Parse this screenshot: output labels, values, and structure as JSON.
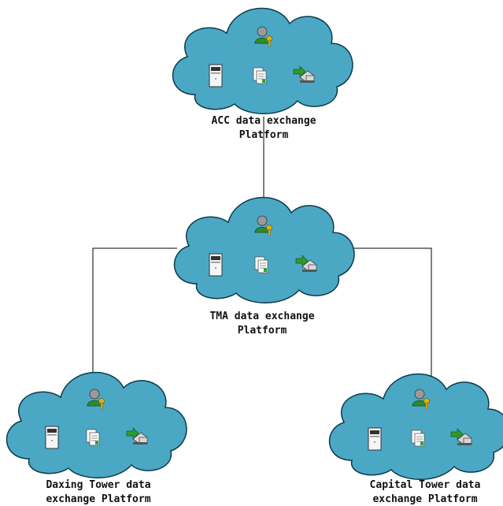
{
  "nodes": [
    {
      "id": "acc",
      "label_line1": "ACC data exchange",
      "label_line2": "Platform"
    },
    {
      "id": "tma",
      "label_line1": "TMA data exchange",
      "label_line2": "Platform"
    },
    {
      "id": "daxing",
      "label_line1": "Daxing Tower data",
      "label_line2": "exchange Platform"
    },
    {
      "id": "capital",
      "label_line1": "Capital Tower data",
      "label_line2": "exchange Platform"
    }
  ],
  "colors": {
    "cloud": "#4aa8c5",
    "cloud_stroke": "#0d3a4a",
    "line": "#000000",
    "label": "#111111"
  },
  "icons": [
    "user-key-icon",
    "server-icon",
    "document-icon",
    "transfer-icon"
  ]
}
